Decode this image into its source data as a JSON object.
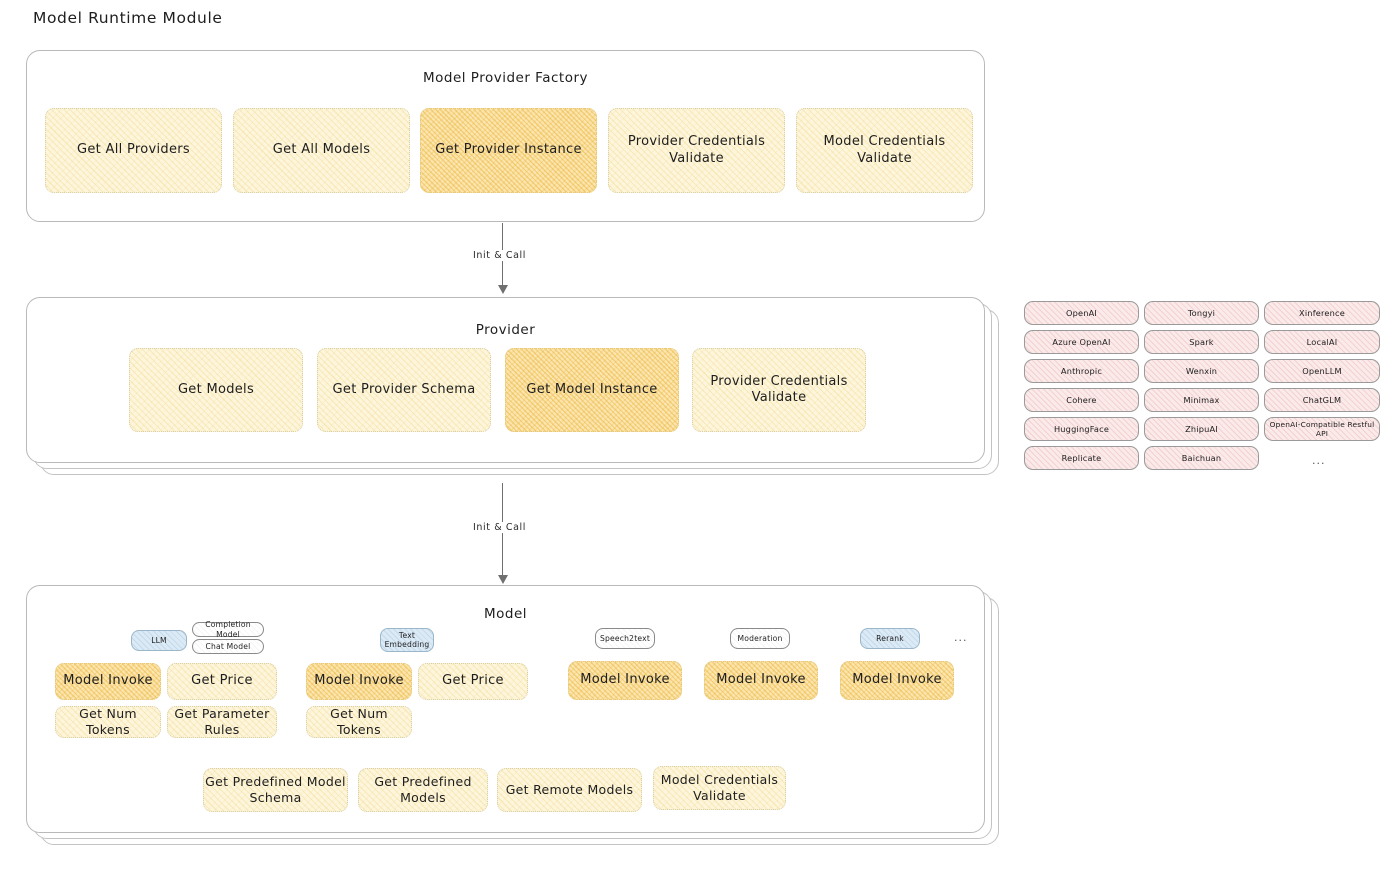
{
  "page": {
    "title": "Model Runtime Module"
  },
  "colors": {
    "leaf_fill": "#fdf6dd",
    "leaf_highlight_fill": "#fbe6b0",
    "provider_pill_fill": "#fbeaea",
    "tag_blue_fill": "#dceaf6",
    "card_border": "#b9b9b9",
    "text": "#1e1e1e"
  },
  "sections": {
    "factory": {
      "title": "Model Provider Factory",
      "items": [
        {
          "label": "Get All Providers",
          "highlighted": false
        },
        {
          "label": "Get All Models",
          "highlighted": false
        },
        {
          "label": "Get Provider Instance",
          "highlighted": true
        },
        {
          "label": "Provider Credentials Validate",
          "highlighted": false
        },
        {
          "label": "Model Credentials Validate",
          "highlighted": false
        }
      ]
    },
    "provider": {
      "title": "Provider",
      "items": [
        {
          "label": "Get Models",
          "highlighted": false
        },
        {
          "label": "Get Provider Schema",
          "highlighted": false
        },
        {
          "label": "Get Model Instance",
          "highlighted": true
        },
        {
          "label": "Provider Credentials Validate",
          "highlighted": false
        }
      ]
    },
    "model": {
      "title": "Model",
      "groups": [
        {
          "tag": "LLM",
          "tag_style": "blue",
          "subtags": [
            "Completion Model",
            "Chat Model"
          ],
          "items": [
            {
              "label": "Model Invoke",
              "highlighted": true
            },
            {
              "label": "Get Price",
              "highlighted": false
            },
            {
              "label": "Get Num Tokens",
              "highlighted": false
            },
            {
              "label": "Get Parameter Rules",
              "highlighted": false
            }
          ]
        },
        {
          "tag": "Text Embedding",
          "tag_style": "blue",
          "subtags": [],
          "items": [
            {
              "label": "Model Invoke",
              "highlighted": true
            },
            {
              "label": "Get Price",
              "highlighted": false
            },
            {
              "label": "Get Num Tokens",
              "highlighted": false
            }
          ]
        },
        {
          "tag": "Speech2text",
          "tag_style": "plain",
          "subtags": [],
          "items": [
            {
              "label": "Model Invoke",
              "highlighted": true
            }
          ]
        },
        {
          "tag": "Moderation",
          "tag_style": "plain",
          "subtags": [],
          "items": [
            {
              "label": "Model Invoke",
              "highlighted": true
            }
          ]
        },
        {
          "tag": "Rerank",
          "tag_style": "blue",
          "subtags": [],
          "items": [
            {
              "label": "Model Invoke",
              "highlighted": true
            }
          ]
        }
      ],
      "more_indicator": "...",
      "shared_items": [
        {
          "label": "Get Predefined Model Schema",
          "highlighted": false
        },
        {
          "label": "Get Predefined Models",
          "highlighted": false
        },
        {
          "label": "Get Remote Models",
          "highlighted": false
        },
        {
          "label": "Model Credentials Validate",
          "highlighted": false
        }
      ]
    }
  },
  "arrows": [
    {
      "label": "Init & Call"
    },
    {
      "label": "Init & Call"
    }
  ],
  "provider_list": {
    "columns": [
      [
        "OpenAI",
        "Azure OpenAI",
        "Anthropic",
        "Cohere",
        "HuggingFace",
        "Replicate"
      ],
      [
        "Tongyi",
        "Spark",
        "Wenxin",
        "Minimax",
        "ZhipuAI",
        "Baichuan"
      ],
      [
        "Xinference",
        "LocalAI",
        "OpenLLM",
        "ChatGLM",
        "OpenAI-Compatible Restful API"
      ]
    ],
    "more_indicator": "..."
  }
}
